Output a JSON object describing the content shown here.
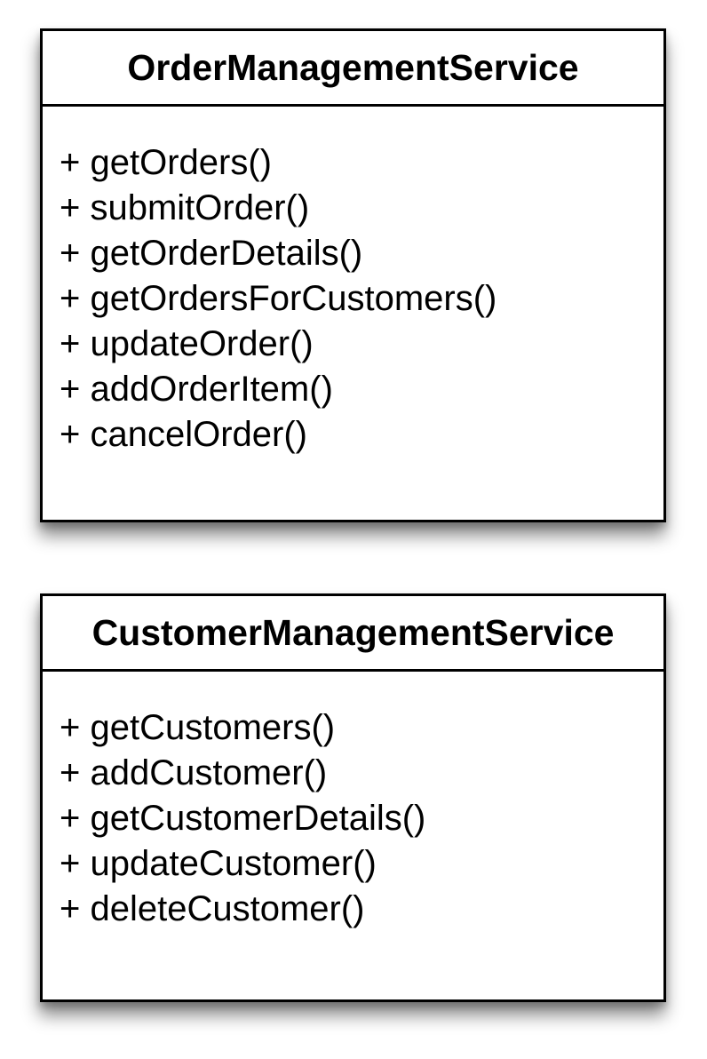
{
  "diagram": {
    "classes": [
      {
        "name": "OrderManagementService",
        "methods": [
          "+ getOrders()",
          "+ submitOrder()",
          "+ getOrderDetails()",
          "+ getOrdersForCustomers()",
          "+ updateOrder()",
          "+ addOrderItem()",
          "+ cancelOrder()"
        ]
      },
      {
        "name": "CustomerManagementService",
        "methods": [
          "+ getCustomers()",
          "+ addCustomer()",
          "+ getCustomerDetails()",
          "+ updateCustomer()",
          "+ deleteCustomer()"
        ]
      }
    ],
    "colors": {
      "border": "#000000",
      "background": "#ffffff",
      "text": "#000000",
      "shadow": "rgba(0,0,0,0.45)"
    }
  }
}
